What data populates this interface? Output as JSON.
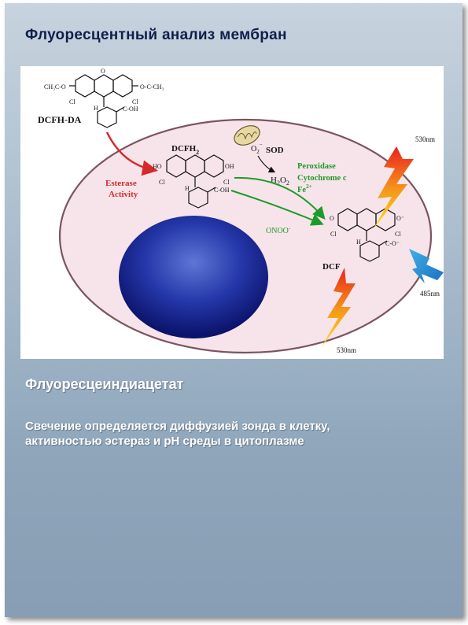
{
  "slide": {
    "title": "Флуоресцентный анализ мембран",
    "subtitle": "Флуоресцеиндиацетат",
    "body_lines": [
      "Свечение определяется диффузией зонда в клетку,",
      "активностью эстераз и рН среды в цитоплазме"
    ]
  },
  "figure": {
    "dcfh_da_label": "DCFH-DA",
    "dcfh2_label": "DCFH",
    "dcfh2_sub": "2",
    "esterase_line1": "Esterase",
    "esterase_line2": "Activity",
    "superoxide": "O",
    "superoxide_sub": "2",
    "superoxide_sup": "−",
    "sod_label": "SOD",
    "h2o2_h": "H",
    "h2o2_sub1": "2",
    "h2o2_o": "O",
    "h2o2_sub2": "2",
    "peroxidase_line1": "Peroxidase",
    "peroxidase_line2": "Cytochrome c",
    "peroxidase_line3": "Fe",
    "peroxidase_line3_sup": "2+",
    "onoo_label": "ONOO",
    "onoo_sup": "-",
    "dcf_label": "DCF",
    "emission_top": "530nm",
    "excitation": "485nm",
    "emission_bottom": "530nm",
    "acetyl_left": "CH₃C-O",
    "acetyl_right": "O-C-CH₃",
    "cl": "Cl",
    "h": "H",
    "ho": "HO",
    "oh": "OH",
    "o": "O",
    "o_minus": "O⁻",
    "c_oh": "C-OH",
    "c_o_minus": "C-O⁻"
  }
}
